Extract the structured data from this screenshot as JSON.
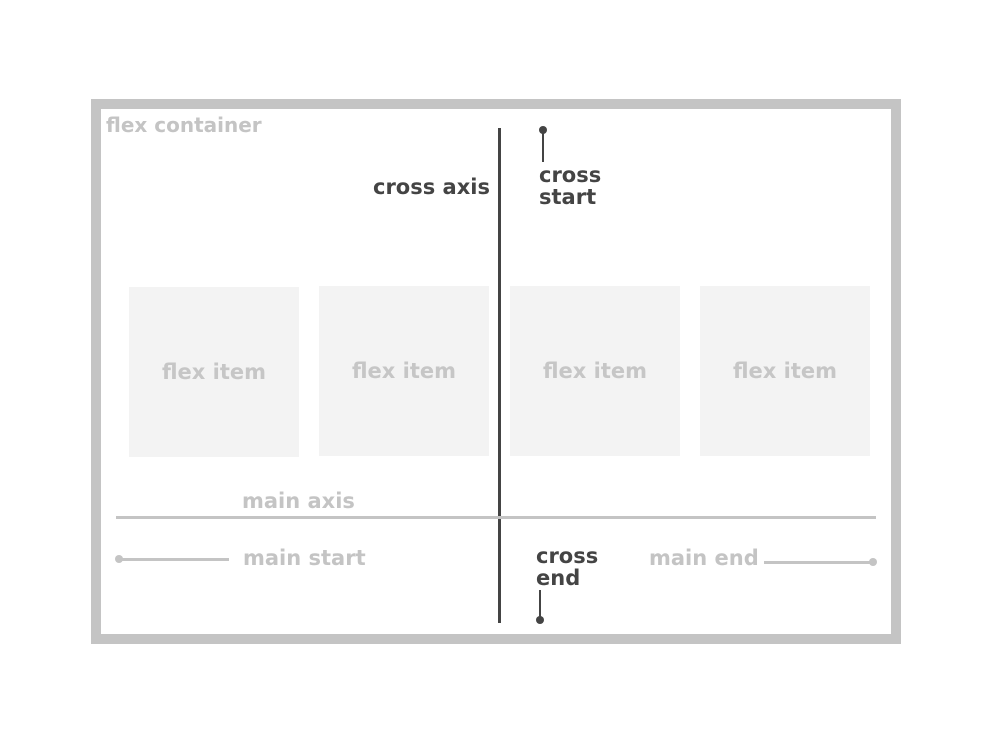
{
  "labels": {
    "flex_container": "flex container",
    "cross_axis": "cross axis",
    "cross_start": [
      "cross",
      "start"
    ],
    "cross_end": [
      "cross",
      "end"
    ],
    "main_axis": "main axis",
    "main_start": "main start",
    "main_end": "main end"
  },
  "flex_items": [
    "flex item",
    "flex item",
    "flex item",
    "flex item"
  ],
  "colors": {
    "light_gray": "#c4c4c4",
    "dark_gray": "#444444",
    "item_fill": "#f3f3f3",
    "background": "#ffffff"
  }
}
